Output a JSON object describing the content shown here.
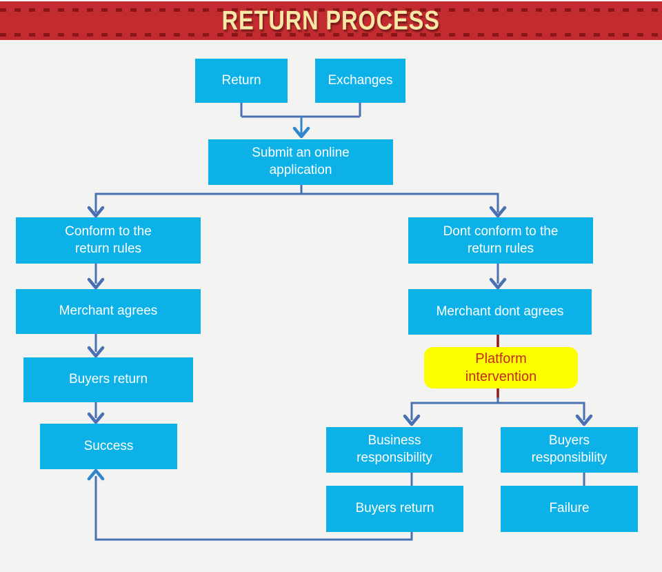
{
  "header": {
    "title": "RETURN PROCESS"
  },
  "colors": {
    "page_bg": "#f3f3f1",
    "banner_bg": "#c22b2f",
    "banner_text": "#f6e8a6",
    "banner_dash": "#8a1519",
    "node_fill": "#0cb1e8",
    "node_text": "#ffffff",
    "highlight_fill": "#fdff00",
    "highlight_text": "#c5291f",
    "connector": "#4a70b4",
    "arrow": "#2f86cd",
    "red_connector": "#8e1a1a"
  },
  "nodes": {
    "return": {
      "label": "Return"
    },
    "exchanges": {
      "label": "Exchanges"
    },
    "submit": {
      "label": "Submit an online\napplication"
    },
    "conform": {
      "label": "Conform to the\nreturn rules"
    },
    "dont_conform": {
      "label": "Dont conform to the\nreturn rules"
    },
    "merchant_agrees": {
      "label": "Merchant agrees"
    },
    "merchant_dont_agrees": {
      "label": "Merchant dont agrees"
    },
    "platform_intervention": {
      "label": "Platform\nintervention"
    },
    "buyers_return": {
      "label": "Buyers return"
    },
    "success": {
      "label": "Success"
    },
    "business_responsibility": {
      "label": "Business\nresponsibility"
    },
    "buyers_responsibility": {
      "label": "Buyers\nresponsibility"
    },
    "buyers_return_2": {
      "label": "Buyers return"
    },
    "failure": {
      "label": "Failure"
    }
  }
}
